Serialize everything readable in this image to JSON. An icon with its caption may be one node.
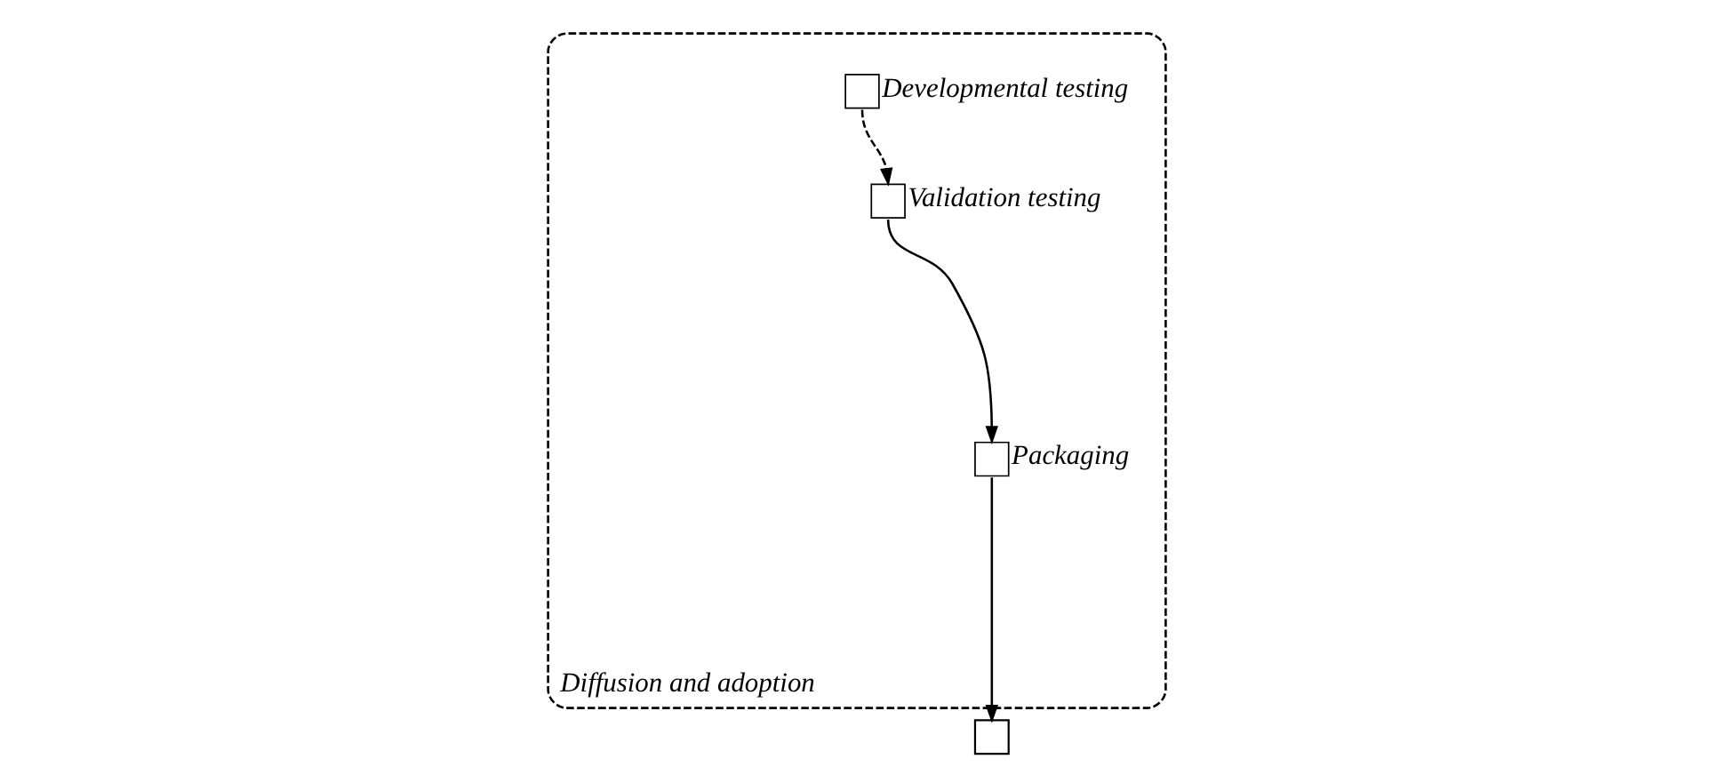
{
  "diagram": {
    "nodes": [
      {
        "text": [
          "Diffusion and adoption"
        ]
      },
      {
        "text": [
          "Developmental testing"
        ],
        "in": 0
      },
      {
        "text": [
          "Validation testing"
        ],
        "in": 0
      },
      {
        "text": [
          "Packaging"
        ],
        "in": 0
      },
      {
        "text": [],
        "shape": "box"
      }
    ],
    "edges": [
      {
        "from": 1,
        "to": 2,
        "arrow": "to",
        "style": "dashed"
      },
      {
        "from": 2,
        "to": 3,
        "arrow": "to"
      },
      {
        "from": 3,
        "to": 4,
        "arrow": "to"
      }
    ]
  }
}
